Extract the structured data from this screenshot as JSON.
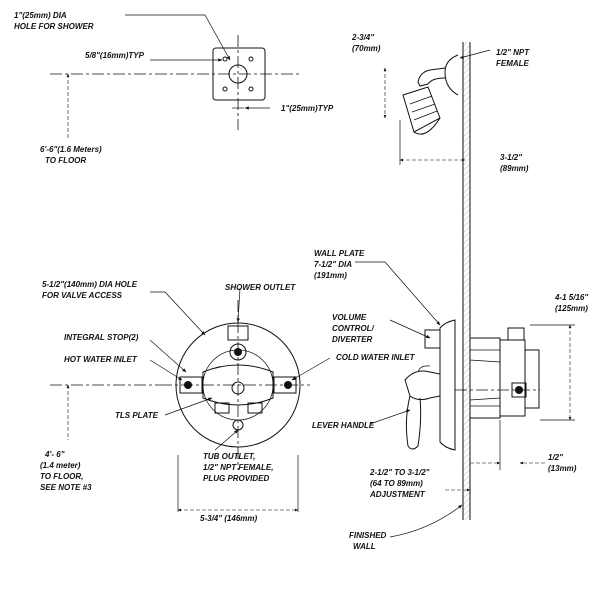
{
  "labels": {
    "hole_for_shower_1": "1\"(25mm) DIA",
    "hole_for_shower_2": "HOLE FOR SHOWER",
    "typ_58": "5/8\"(16mm)TYP",
    "typ_1": "1\"(25mm)TYP",
    "floor_66_1": "6'-6\"(1.6 Meters)",
    "floor_66_2": "TO FLOOR",
    "dim_234_1": "2-3/4\"",
    "dim_234_2": "(70mm)",
    "npt_1": "1/2\" NPT",
    "npt_2": "FEMALE",
    "dim_312_1": "3-1/2\"",
    "dim_312_2": "(89mm)",
    "wall_plate_1": "WALL PLATE",
    "wall_plate_2": "7-1/2\" DIA",
    "wall_plate_3": "(191mm)",
    "valve_access_1": "5-1/2\"(140mm) DIA HOLE",
    "valve_access_2": "FOR VALVE ACCESS",
    "shower_outlet": "SHOWER OUTLET",
    "integral_stop": "INTEGRAL STOP(2)",
    "hot_water_inlet": "HOT WATER INLET",
    "cold_water_inlet": "COLD WATER INLET",
    "volume_1": "VOLUME",
    "volume_2": "CONTROL/",
    "volume_3": "DIVERTER",
    "dim_4516_1": "4-1 5/16\"",
    "dim_4516_2": "(125mm)",
    "tls_plate": "TLS PLATE",
    "lever_handle": "LEVER HANDLE",
    "tub_outlet_1": "TUB OUTLET,",
    "tub_outlet_2": "1/2\" NPT FEMALE,",
    "tub_outlet_3": "PLUG PROVIDED",
    "floor_46_1": "4'- 6\"",
    "floor_46_2": "(1.4 meter)",
    "floor_46_3": "TO FLOOR,",
    "floor_46_4": "SEE NOTE #3",
    "dim_12_1": "1/2\"",
    "dim_12_2": "(13mm)",
    "adj_1": "2-1/2\" TO 3-1/2\"",
    "adj_2": "(64 TO 89mm)",
    "adj_3": "ADJUSTMENT",
    "dim_534": "5-3/4\" (146mm)",
    "finished_1": "FINISHED",
    "finished_2": "WALL"
  }
}
